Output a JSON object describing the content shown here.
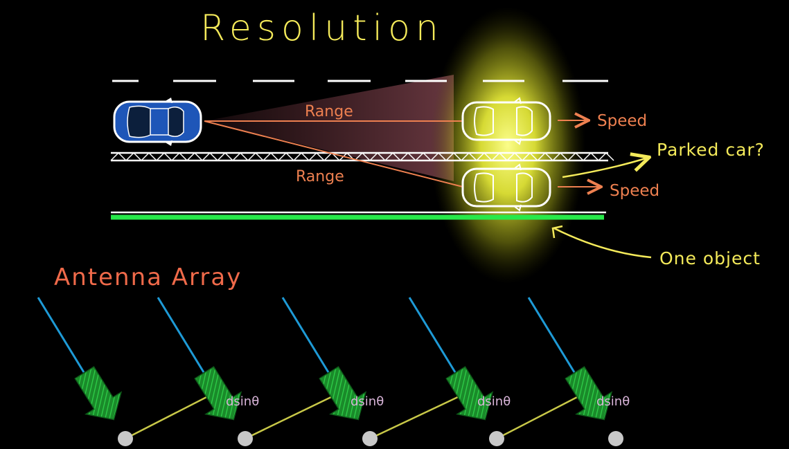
{
  "title": "Resolution",
  "labels": {
    "range_upper": "Range",
    "range_lower": "Range",
    "speed_upper": "Speed",
    "speed_lower": "Speed",
    "parked_car": "Parked car?",
    "one_object": "One object",
    "antenna_array": "Antenna Array"
  },
  "antenna": {
    "path_difference_label": "dsinθ",
    "element_count": 5
  },
  "colors": {
    "background": "#000000",
    "title": "#f4ea5a",
    "annotation_yellow": "#f4ea5a",
    "range_orange": "#ee8050",
    "antenna_title": "#f06a4a",
    "ego_car": "#1e56b8",
    "highlight_glow": "#eef23a",
    "road_edge_green": "#27e84a",
    "incoming_ray_blue": "#1e9ad6",
    "wavefront_olive": "#c8c848",
    "arrow_green": "#1fa83a",
    "antenna_node": "#c8c8c8",
    "dsin_label": "#d8b4d8"
  }
}
